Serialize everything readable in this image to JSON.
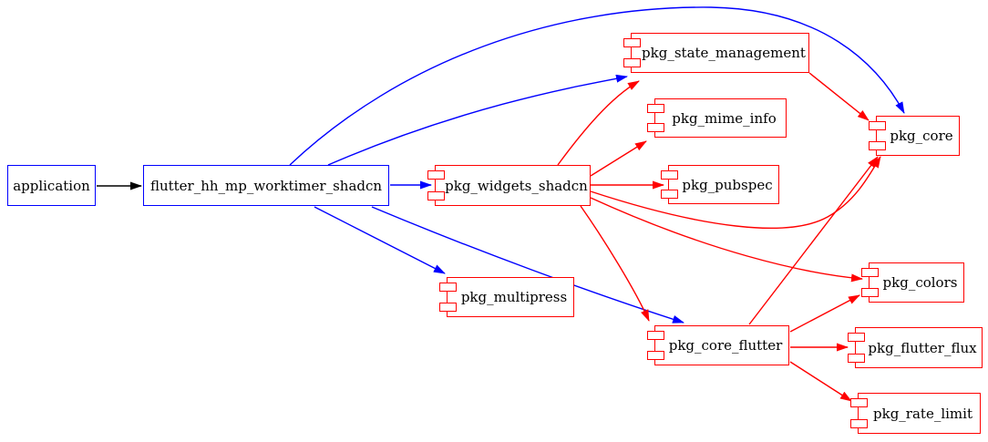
{
  "diagram": {
    "kind": "package-dependency-graph",
    "background": "#ffffff",
    "colors": {
      "application_edge": "#000000",
      "primary_dependency": "#0000ff",
      "transitive_dependency": "#ff0000",
      "node_text": "#000000",
      "node_fill": "#ffffff"
    },
    "nodes": [
      {
        "id": "application",
        "label": "application",
        "shape": "box",
        "border": "#0000ff"
      },
      {
        "id": "flutter_hh_mp_worktimer_shadcn",
        "label": "flutter_hh_mp_worktimer_shadcn",
        "shape": "box",
        "border": "#0000ff"
      },
      {
        "id": "pkg_state_management",
        "label": "pkg_state_management",
        "shape": "component",
        "border": "#ff0000"
      },
      {
        "id": "pkg_mime_info",
        "label": "pkg_mime_info",
        "shape": "component",
        "border": "#ff0000"
      },
      {
        "id": "pkg_widgets_shadcn",
        "label": "pkg_widgets_shadcn",
        "shape": "component",
        "border": "#ff0000"
      },
      {
        "id": "pkg_pubspec",
        "label": "pkg_pubspec",
        "shape": "component",
        "border": "#ff0000"
      },
      {
        "id": "pkg_core",
        "label": "pkg_core",
        "shape": "component",
        "border": "#ff0000"
      },
      {
        "id": "pkg_multipress",
        "label": "pkg_multipress",
        "shape": "component",
        "border": "#ff0000"
      },
      {
        "id": "pkg_core_flutter",
        "label": "pkg_core_flutter",
        "shape": "component",
        "border": "#ff0000"
      },
      {
        "id": "pkg_colors",
        "label": "pkg_colors",
        "shape": "component",
        "border": "#ff0000"
      },
      {
        "id": "pkg_flutter_flux",
        "label": "pkg_flutter_flux",
        "shape": "component",
        "border": "#ff0000"
      },
      {
        "id": "pkg_rate_limit",
        "label": "pkg_rate_limit",
        "shape": "component",
        "border": "#ff0000"
      }
    ],
    "edges": [
      {
        "from": "application",
        "to": "flutter_hh_mp_worktimer_shadcn",
        "color": "#000000"
      },
      {
        "from": "flutter_hh_mp_worktimer_shadcn",
        "to": "pkg_core",
        "color": "#0000ff"
      },
      {
        "from": "flutter_hh_mp_worktimer_shadcn",
        "to": "pkg_state_management",
        "color": "#0000ff"
      },
      {
        "from": "flutter_hh_mp_worktimer_shadcn",
        "to": "pkg_widgets_shadcn",
        "color": "#0000ff"
      },
      {
        "from": "flutter_hh_mp_worktimer_shadcn",
        "to": "pkg_multipress",
        "color": "#0000ff"
      },
      {
        "from": "flutter_hh_mp_worktimer_shadcn",
        "to": "pkg_core_flutter",
        "color": "#0000ff"
      },
      {
        "from": "pkg_widgets_shadcn",
        "to": "pkg_state_management",
        "color": "#ff0000"
      },
      {
        "from": "pkg_widgets_shadcn",
        "to": "pkg_mime_info",
        "color": "#ff0000"
      },
      {
        "from": "pkg_widgets_shadcn",
        "to": "pkg_pubspec",
        "color": "#ff0000"
      },
      {
        "from": "pkg_widgets_shadcn",
        "to": "pkg_core",
        "color": "#ff0000"
      },
      {
        "from": "pkg_widgets_shadcn",
        "to": "pkg_colors",
        "color": "#ff0000"
      },
      {
        "from": "pkg_widgets_shadcn",
        "to": "pkg_core_flutter",
        "color": "#ff0000"
      },
      {
        "from": "pkg_state_management",
        "to": "pkg_core",
        "color": "#ff0000"
      },
      {
        "from": "pkg_core_flutter",
        "to": "pkg_core",
        "color": "#ff0000"
      },
      {
        "from": "pkg_core_flutter",
        "to": "pkg_colors",
        "color": "#ff0000"
      },
      {
        "from": "pkg_core_flutter",
        "to": "pkg_flutter_flux",
        "color": "#ff0000"
      },
      {
        "from": "pkg_core_flutter",
        "to": "pkg_rate_limit",
        "color": "#ff0000"
      }
    ]
  }
}
